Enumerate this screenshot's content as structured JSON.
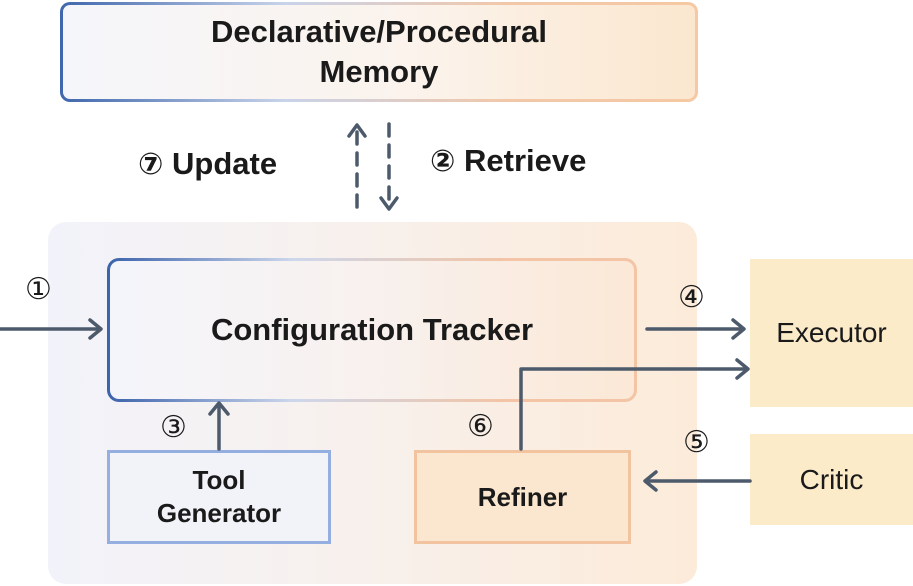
{
  "memory": {
    "line1": "Declarative/Procedural",
    "line2": "Memory"
  },
  "update_label": {
    "num": "⑦",
    "text": "Update"
  },
  "retrieve_label": {
    "num": "②",
    "text": "Retrieve"
  },
  "step1": "①",
  "step3": "③",
  "step4": "④",
  "step5": "⑤",
  "step6": "⑥",
  "tracker": "Configuration Tracker",
  "tool_generator": {
    "line1": "Tool",
    "line2": "Generator"
  },
  "refiner": "Refiner",
  "executor": "Executor",
  "critic": "Critic",
  "colors": {
    "arrow": "#4d5a6b",
    "blue_accent": "#3b62ab",
    "orange_accent": "#f3c4a5",
    "module_fill": "#fbebc9"
  }
}
